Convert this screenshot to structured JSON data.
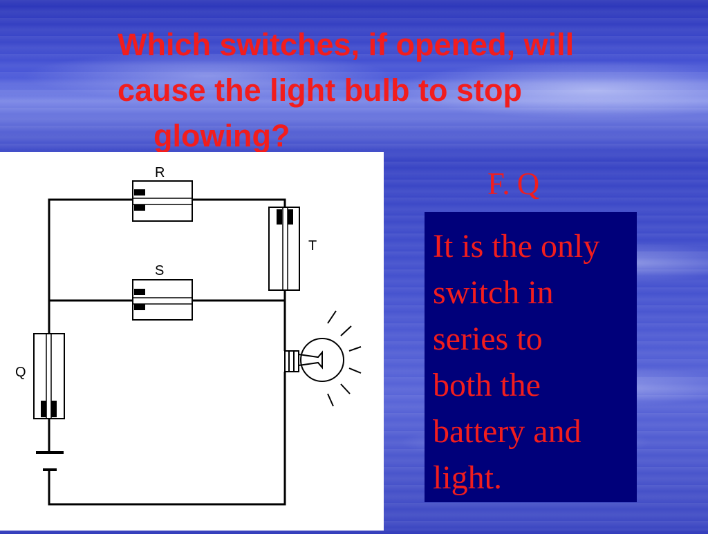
{
  "slide": {
    "title_lines": [
      "Which switches, if opened, will",
      "cause the light bulb to stop",
      "glowing?"
    ],
    "answer": {
      "letter": "F.",
      "choice": "Q"
    },
    "explanation_lines": [
      "It is the only",
      "switch in",
      "series to",
      "both the",
      "battery and",
      "light."
    ]
  },
  "diagram": {
    "labels": {
      "switch_r": "R",
      "switch_s": "S",
      "switch_t": "T",
      "switch_q": "Q"
    },
    "colors": {
      "text_accent": "#f21d1d",
      "box_fill": "#00007a",
      "wire": "#000000"
    }
  }
}
